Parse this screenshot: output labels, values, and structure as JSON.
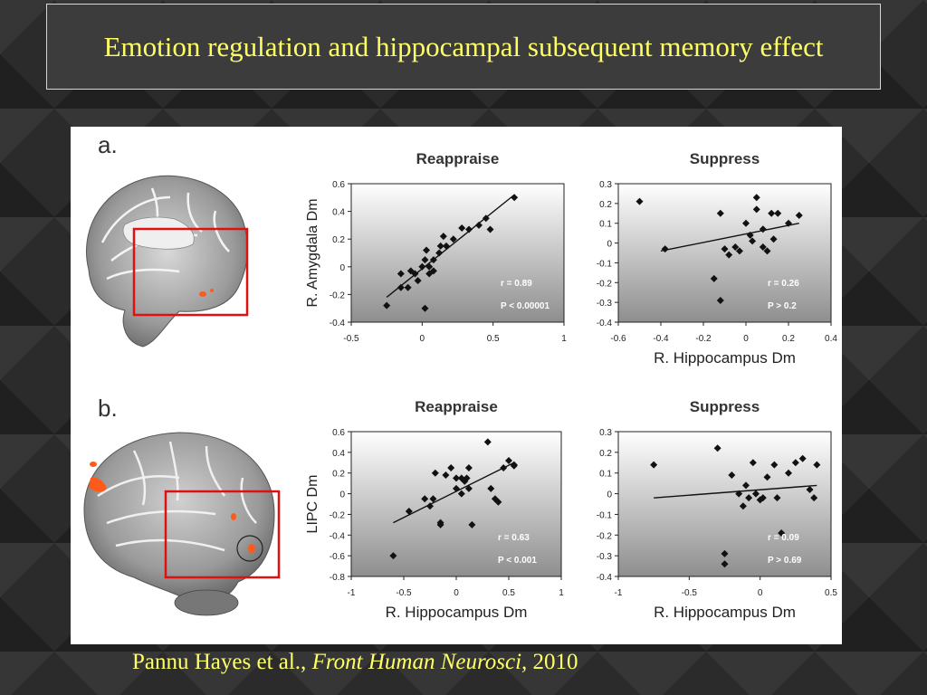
{
  "slide": {
    "title": "Emotion regulation and hippocampal subsequent memory effect",
    "citation": {
      "authors": "Pannu Hayes et al., ",
      "journal": "Front Human Neurosci,",
      "year": " 2010"
    },
    "panel_a_label": "a.",
    "panel_b_label": "b.",
    "colors": {
      "title": "#ffff66",
      "activation": "#ff5a1a",
      "roi_box": "#e01010"
    }
  },
  "chart_data": [
    {
      "type": "scatter",
      "title": "Reappraise",
      "xlabel": "",
      "ylabel": "R. Amygdala Dm",
      "xlim": [
        -0.5,
        1
      ],
      "ylim": [
        -0.4,
        0.6
      ],
      "xticks": [
        "-0.5",
        "0",
        "0.5",
        "1"
      ],
      "yticks": [
        "0.6",
        "0.4",
        "0.2",
        "0",
        "-0.2",
        "-0.4"
      ],
      "stat_r": "r = 0.89",
      "stat_p": "P < 0.00001",
      "fit": [
        [
          -0.25,
          -0.22
        ],
        [
          0.65,
          0.52
        ]
      ],
      "points": [
        [
          -0.25,
          -0.28
        ],
        [
          -0.15,
          -0.15
        ],
        [
          -0.15,
          -0.05
        ],
        [
          -0.1,
          -0.15
        ],
        [
          -0.08,
          -0.03
        ],
        [
          -0.05,
          -0.05
        ],
        [
          -0.03,
          -0.1
        ],
        [
          0.0,
          0.0
        ],
        [
          0.02,
          0.05
        ],
        [
          0.03,
          0.12
        ],
        [
          0.05,
          -0.05
        ],
        [
          0.05,
          0.0
        ],
        [
          0.08,
          -0.03
        ],
        [
          0.08,
          0.05
        ],
        [
          0.12,
          0.1
        ],
        [
          0.13,
          0.15
        ],
        [
          0.15,
          0.22
        ],
        [
          0.17,
          0.15
        ],
        [
          0.22,
          0.2
        ],
        [
          0.28,
          0.28
        ],
        [
          0.33,
          0.27
        ],
        [
          0.4,
          0.3
        ],
        [
          0.45,
          0.35
        ],
        [
          0.48,
          0.27
        ],
        [
          0.65,
          0.5
        ],
        [
          0.02,
          -0.3
        ]
      ]
    },
    {
      "type": "scatter",
      "title": "Suppress",
      "xlabel": "R. Hippocampus Dm",
      "ylabel": "",
      "xlim": [
        -0.6,
        0.4
      ],
      "ylim": [
        -0.4,
        0.3
      ],
      "xticks": [
        "-0.6",
        "-0.4",
        "-0.2",
        "0",
        "0.2",
        "0.4"
      ],
      "yticks": [
        "0.3",
        "0.2",
        "0.1",
        "0",
        "-0.1",
        "-0.2",
        "-0.3",
        "-0.4"
      ],
      "stat_r": "r = 0.26",
      "stat_p": "P > 0.2",
      "fit": [
        [
          -0.4,
          -0.04
        ],
        [
          0.25,
          0.1
        ]
      ],
      "points": [
        [
          -0.5,
          0.21
        ],
        [
          -0.38,
          -0.03
        ],
        [
          -0.15,
          -0.18
        ],
        [
          -0.12,
          0.15
        ],
        [
          -0.1,
          -0.03
        ],
        [
          -0.08,
          -0.06
        ],
        [
          -0.05,
          -0.02
        ],
        [
          -0.03,
          -0.04
        ],
        [
          0.0,
          0.1
        ],
        [
          0.02,
          0.04
        ],
        [
          0.03,
          0.01
        ],
        [
          0.05,
          0.17
        ],
        [
          0.05,
          0.23
        ],
        [
          0.08,
          0.07
        ],
        [
          0.08,
          -0.02
        ],
        [
          0.1,
          -0.04
        ],
        [
          0.12,
          0.15
        ],
        [
          0.13,
          0.02
        ],
        [
          0.15,
          0.15
        ],
        [
          0.2,
          0.1
        ],
        [
          0.25,
          0.14
        ],
        [
          -0.12,
          -0.29
        ]
      ]
    },
    {
      "type": "scatter",
      "title": "Reappraise",
      "xlabel": "R. Hippocampus Dm",
      "ylabel": "LIPC Dm",
      "xlim": [
        -1,
        1
      ],
      "ylim": [
        -0.8,
        0.6
      ],
      "xticks": [
        "-1",
        "-0.5",
        "0",
        "0.5",
        "1"
      ],
      "yticks": [
        "0.6",
        "0.4",
        "0.2",
        "0",
        "-0.2",
        "-0.4",
        "-0.6",
        "-0.8"
      ],
      "stat_r": "r = 0.63",
      "stat_p": "P < 0.001",
      "fit": [
        [
          -0.6,
          -0.28
        ],
        [
          0.55,
          0.3
        ]
      ],
      "points": [
        [
          -0.6,
          -0.6
        ],
        [
          -0.45,
          -0.17
        ],
        [
          -0.3,
          -0.05
        ],
        [
          -0.25,
          -0.12
        ],
        [
          -0.22,
          -0.05
        ],
        [
          -0.2,
          0.2
        ],
        [
          -0.15,
          -0.3
        ],
        [
          -0.1,
          0.18
        ],
        [
          -0.05,
          0.25
        ],
        [
          0.0,
          0.05
        ],
        [
          0.0,
          0.15
        ],
        [
          0.05,
          0.15
        ],
        [
          0.05,
          0.0
        ],
        [
          0.08,
          0.12
        ],
        [
          0.1,
          0.15
        ],
        [
          0.12,
          0.05
        ],
        [
          0.12,
          0.25
        ],
        [
          0.15,
          -0.3
        ],
        [
          0.3,
          0.5
        ],
        [
          0.33,
          0.05
        ],
        [
          0.37,
          -0.05
        ],
        [
          0.4,
          -0.08
        ],
        [
          0.45,
          0.25
        ],
        [
          0.5,
          0.32
        ],
        [
          0.55,
          0.28
        ],
        [
          0.55,
          0.27
        ],
        [
          -0.15,
          -0.28
        ]
      ]
    },
    {
      "type": "scatter",
      "title": "Suppress",
      "xlabel": "R. Hippocampus Dm",
      "ylabel": "",
      "xlim": [
        -1,
        0.5
      ],
      "ylim": [
        -0.4,
        0.3
      ],
      "xticks": [
        "-1",
        "-0.5",
        "0",
        "0.5"
      ],
      "yticks": [
        "0.3",
        "0.2",
        "0.1",
        "0",
        "-0.1",
        "-0.2",
        "-0.3",
        "-0.4"
      ],
      "stat_r": "r = 0.09",
      "stat_p": "P > 0.69",
      "fit": [
        [
          -0.75,
          -0.02
        ],
        [
          0.4,
          0.04
        ]
      ],
      "points": [
        [
          -0.75,
          0.14
        ],
        [
          -0.3,
          0.22
        ],
        [
          -0.25,
          -0.29
        ],
        [
          -0.25,
          -0.34
        ],
        [
          -0.2,
          0.09
        ],
        [
          -0.15,
          0.0
        ],
        [
          -0.12,
          -0.06
        ],
        [
          -0.1,
          0.04
        ],
        [
          -0.08,
          -0.02
        ],
        [
          -0.05,
          0.15
        ],
        [
          -0.03,
          0.0
        ],
        [
          0.0,
          -0.03
        ],
        [
          0.02,
          -0.02
        ],
        [
          0.05,
          0.08
        ],
        [
          0.1,
          0.14
        ],
        [
          0.12,
          -0.02
        ],
        [
          0.15,
          -0.19
        ],
        [
          0.2,
          0.1
        ],
        [
          0.25,
          0.15
        ],
        [
          0.3,
          0.17
        ],
        [
          0.35,
          0.02
        ],
        [
          0.38,
          -0.02
        ],
        [
          0.4,
          0.14
        ]
      ]
    }
  ]
}
